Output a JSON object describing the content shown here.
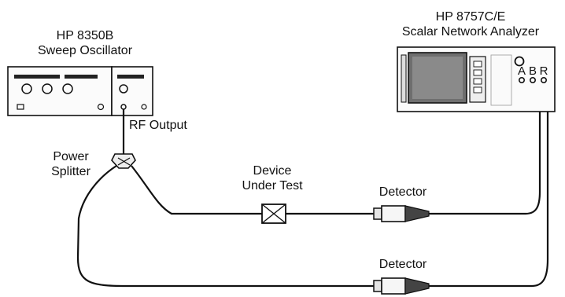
{
  "labels": {
    "sweeper_line1": "HP 8350B",
    "sweeper_line2": "Sweep Oscillator",
    "analyzer_line1": "HP 8757C/E",
    "analyzer_line2": "Scalar Network Analyzer",
    "rf_output": "RF Output",
    "splitter_line1": "Power",
    "splitter_line2": "Splitter",
    "dut_line1": "Device",
    "dut_line2": "Under Test",
    "detector_top": "Detector",
    "detector_bottom": "Detector",
    "port_a": "A",
    "port_b": "B",
    "port_r": "R"
  }
}
